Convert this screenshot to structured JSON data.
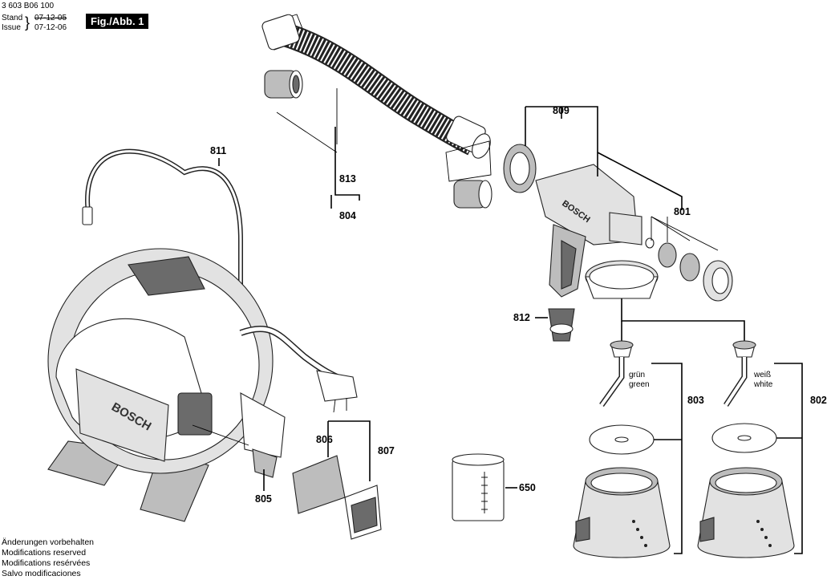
{
  "header": {
    "doc_number": "3 603 B06 100",
    "stand_label": "Stand",
    "issue_label": "Issue",
    "date_1": "07-12-05",
    "date_2": "07-12-06",
    "figure": "Fig./Abb. 1"
  },
  "footer_notes": [
    "Änderungen vorbehalten",
    "Modifications reserved",
    "Modifications resérvées",
    "Salvo modificaciones"
  ],
  "part_labels": {
    "p811": "811",
    "p813": "813",
    "p804": "804",
    "p809": "809",
    "p801": "801",
    "p812": "812",
    "p803": "803",
    "p802": "802",
    "p806": "806",
    "p807": "807",
    "p805": "805",
    "p650": "650"
  },
  "color_notes": {
    "green_de": "grün",
    "green_en": "green",
    "white_de": "weiß",
    "white_en": "white"
  },
  "brand_text": "BOSCH"
}
